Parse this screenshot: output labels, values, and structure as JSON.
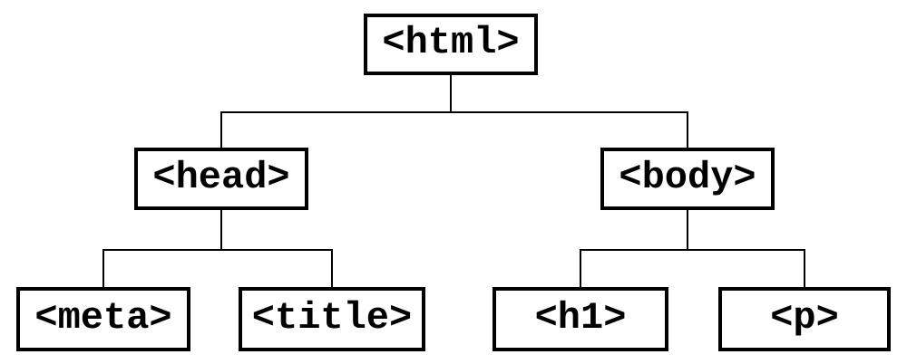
{
  "diagram": {
    "type": "tree",
    "description": "HTML document element hierarchy",
    "nodes": {
      "html": {
        "label": "<html>"
      },
      "head": {
        "label": "<head>"
      },
      "body": {
        "label": "<body>"
      },
      "meta": {
        "label": "<meta>"
      },
      "title": {
        "label": "<title>"
      },
      "h1": {
        "label": "<h1>"
      },
      "p": {
        "label": "<p>"
      }
    },
    "tree": {
      "root": "html",
      "children": {
        "html": [
          "head",
          "body"
        ],
        "head": [
          "meta",
          "title"
        ],
        "body": [
          "h1",
          "p"
        ]
      }
    },
    "colors": {
      "background": "#ffffff",
      "box_fill": "#ffffff",
      "box_border": "#000000",
      "line": "#000000",
      "text": "#000000"
    }
  }
}
